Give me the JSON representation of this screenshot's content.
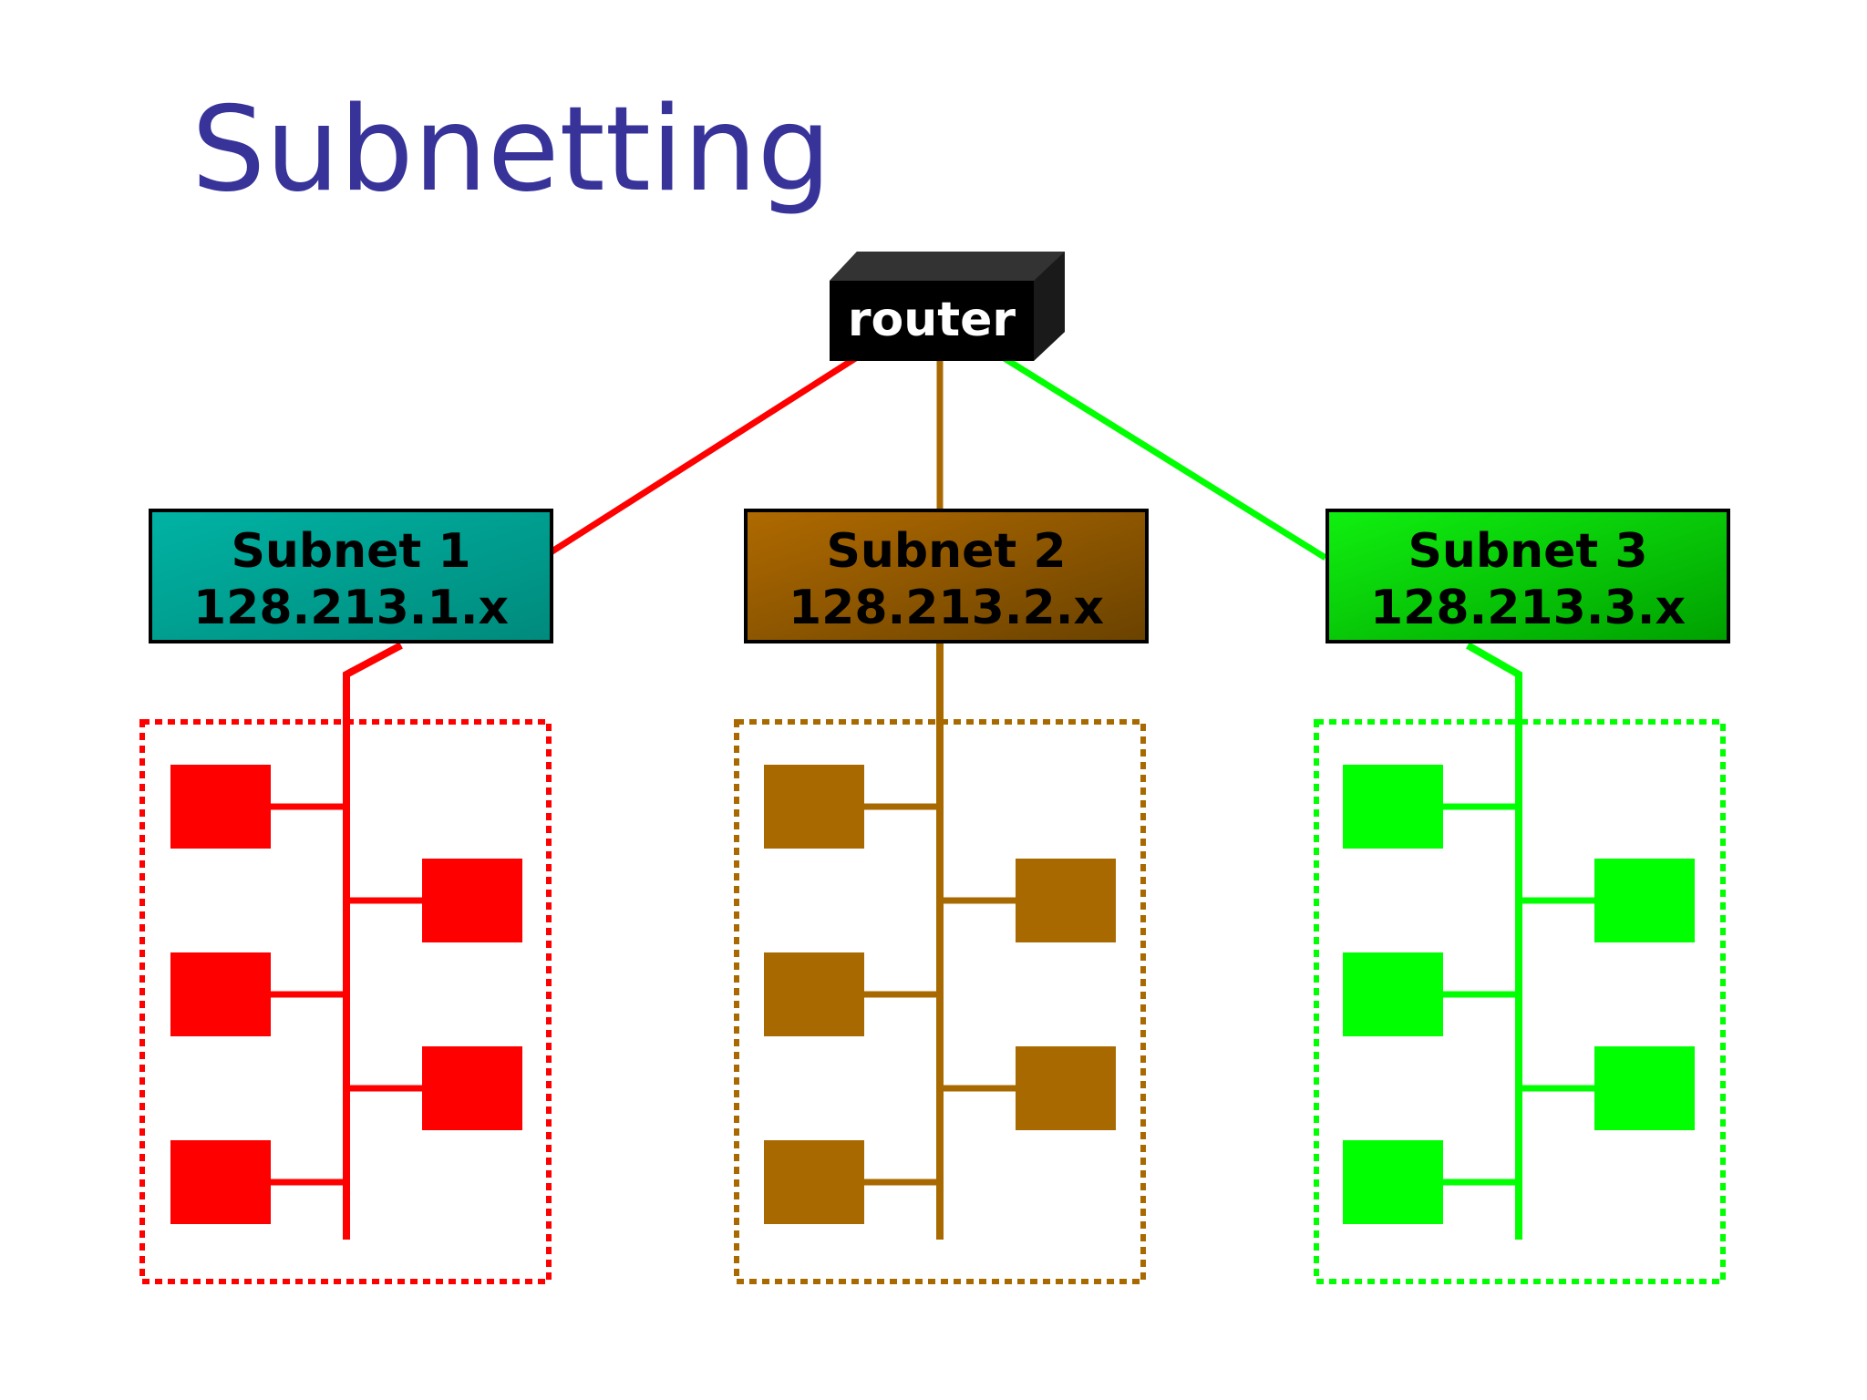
{
  "title": "Subnetting",
  "router": {
    "label": "router",
    "color": "#000000"
  },
  "subnets": [
    {
      "name": "Subnet 1",
      "address": "128.213.1.x",
      "color": "#ff0000",
      "box_gradient": [
        "#00b3a4",
        "#008a7c"
      ],
      "host_count": 5
    },
    {
      "name": "Subnet 2",
      "address": "128.213.2.x",
      "color": "#a86a00",
      "box_gradient": [
        "#b06a00",
        "#6a4200"
      ],
      "host_count": 5
    },
    {
      "name": "Subnet 3",
      "address": "128.213.3.x",
      "color": "#00ff00",
      "box_gradient": [
        "#10f010",
        "#00a000"
      ],
      "host_count": 5
    }
  ]
}
